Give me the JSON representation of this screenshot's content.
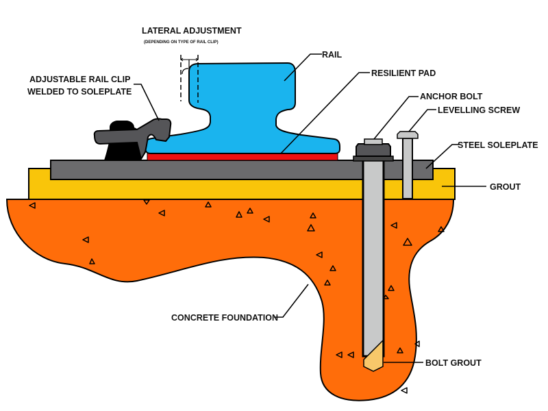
{
  "diagram": {
    "title": "Rail fastening on steel soleplate — cross section",
    "colors": {
      "rail": "#1ab4ee",
      "resilient_pad": "#ee1111",
      "soleplate": "#6b6b6d",
      "grout": "#f9c50a",
      "concrete": "#ff6d0a",
      "bolt": "#c8c9c9",
      "bolt_grout": "#f8c86a",
      "clip": "#555558",
      "outline": "#000000"
    },
    "labels": {
      "lateral_adjustment": "LATERAL ADJUSTMENT",
      "lateral_adjustment_note": "(DEPENDING ON TYPE OF RAIL CLIP)",
      "rail_clip_line1": "ADJUSTABLE RAIL CLIP",
      "rail_clip_line2": "WELDED TO SOLEPLATE",
      "rail": "RAIL",
      "resilient_pad": "RESILIENT PAD",
      "anchor_bolt": "ANCHOR BOLT",
      "levelling_screw": "LEVELLING SCREW",
      "steel_soleplate": "STEEL SOLEPLATE",
      "grout": "GROUT",
      "concrete_foundation": "CONCRETE FOUNDATION",
      "bolt_grout": "BOLT GROUT"
    }
  }
}
